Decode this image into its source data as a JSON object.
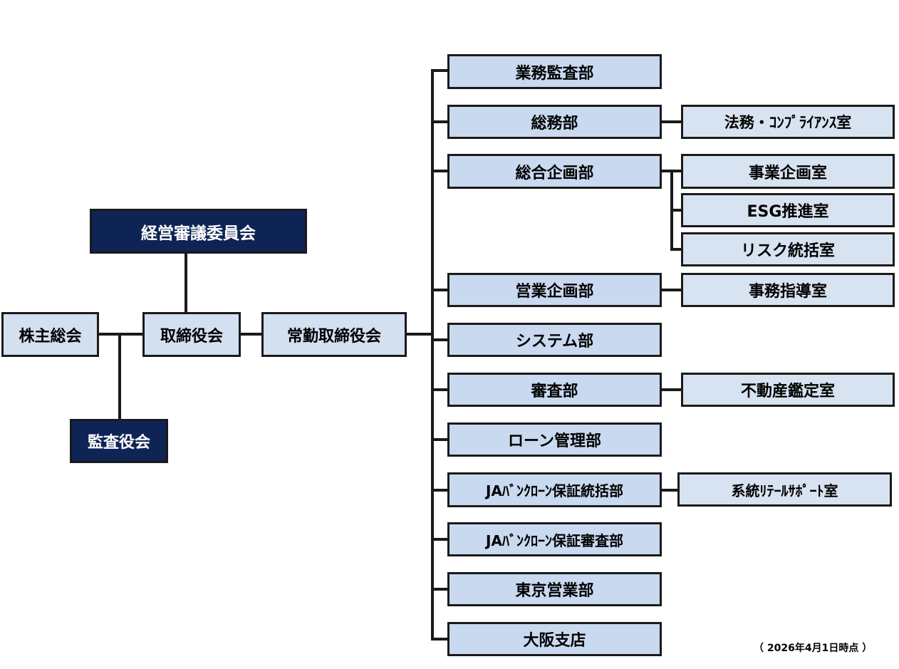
{
  "boards": {
    "management_council": "経営審議委員会",
    "shareholders": "株主総会",
    "board_of_directors": "取締役会",
    "executive_board": "常勤取締役会",
    "audit_board": "監査役会"
  },
  "departments": [
    {
      "name": "業務監査部",
      "offices": []
    },
    {
      "name": "総務部",
      "offices": [
        "法務・ｺﾝﾌﾟﾗｲｱﾝｽ室"
      ]
    },
    {
      "name": "総合企画部",
      "offices": [
        "事業企画室",
        "ESG推進室",
        "リスク統括室"
      ]
    },
    {
      "name": "営業企画部",
      "offices": [
        "事務指導室"
      ]
    },
    {
      "name": "システム部",
      "offices": []
    },
    {
      "name": "審査部",
      "offices": [
        "不動産鑑定室"
      ]
    },
    {
      "name": "ローン管理部",
      "offices": []
    },
    {
      "name": "JAﾊﾞﾝｸﾛｰﾝ保証統括部",
      "offices": [
        "系統ﾘﾃｰﾙｻﾎﾟｰﾄ室"
      ]
    },
    {
      "name": "JAﾊﾞﾝｸﾛｰﾝ保証審査部",
      "offices": []
    },
    {
      "name": "東京営業部",
      "offices": []
    },
    {
      "name": "大阪支店",
      "offices": []
    }
  ],
  "date_note": "（ 2026年4月1日時点 ）",
  "colors": {
    "dark_box": "#0e2455",
    "light_box": "#c9d9ef",
    "line": "#1a1a1a"
  }
}
